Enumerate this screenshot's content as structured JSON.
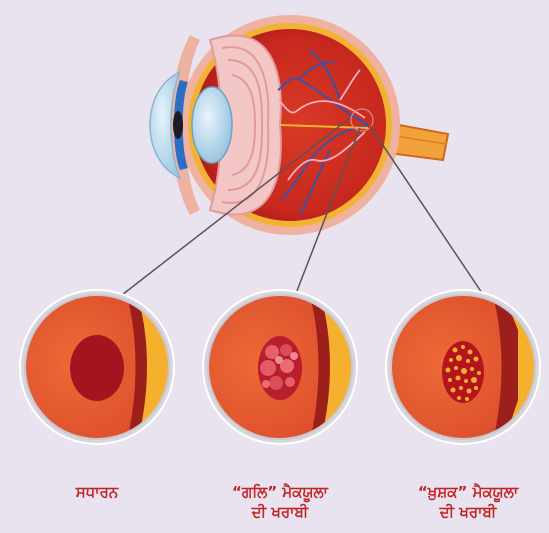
{
  "labels": {
    "normal": "ਸਧਾਰਨ",
    "wet_line1": "“ਗਲਿ” ਮੈਕਯੂਲਾ",
    "wet_line2": "ਦੀ ਖਰਾਬੀ",
    "dry_line1": "“ਖ਼ੁਸ਼ਕ” ਮੈਕਯੂਲਾ",
    "dry_line2": "ਦੀ ਖਰਾਬੀ"
  },
  "colors": {
    "background": "#e8e3ef",
    "label_text": "#c32425",
    "tissue": "#e2562d",
    "outer_band": "#f5b02e",
    "vessel": "#2b56b3"
  }
}
